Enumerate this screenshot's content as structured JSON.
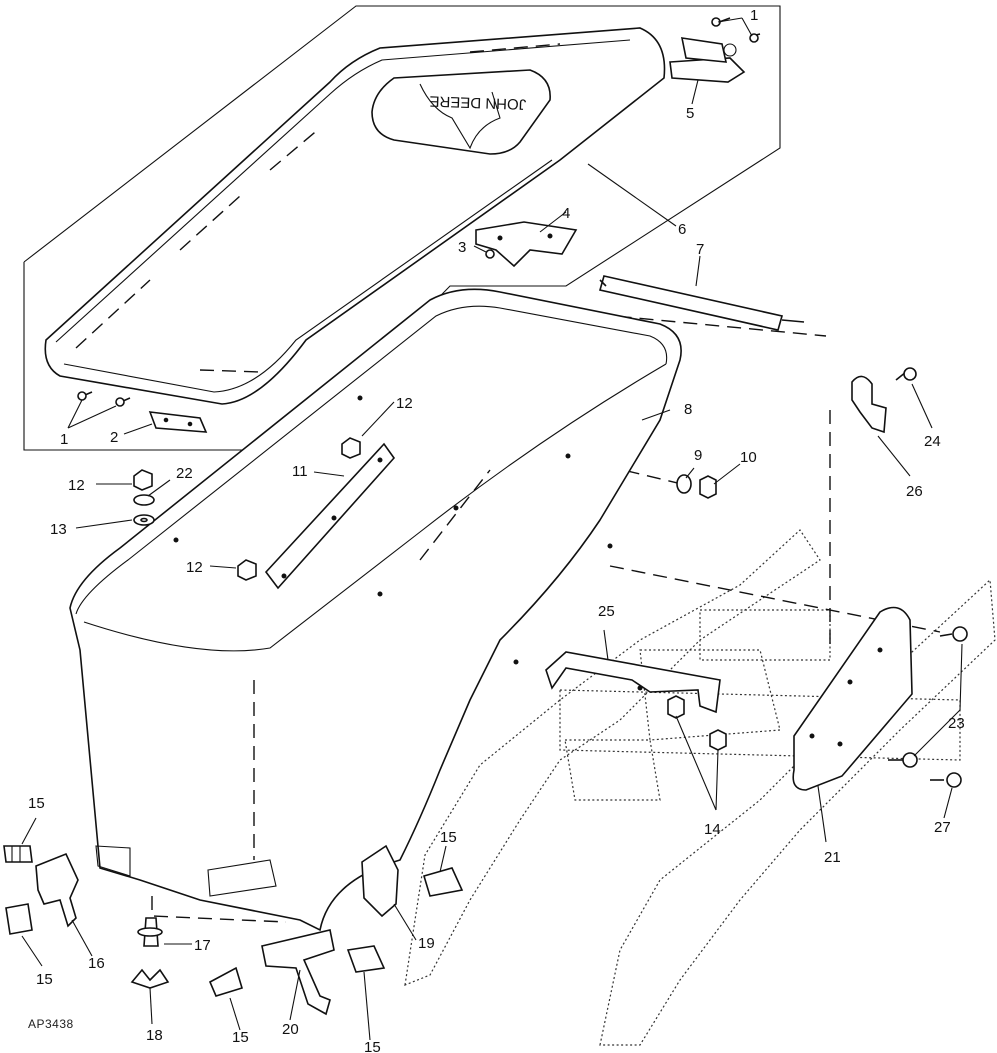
{
  "figure_id": "AP3438",
  "logo_text": "JOHN DEERE",
  "callouts": {
    "c1a": "1",
    "c1b": "1",
    "c2": "2",
    "c3": "3",
    "c4": "4",
    "c5": "5",
    "c6": "6",
    "c7": "7",
    "c8": "8",
    "c9": "9",
    "c10": "10",
    "c11": "11",
    "c12a": "12",
    "c12b": "12",
    "c12c": "12",
    "c13": "13",
    "c14": "14",
    "c15a": "15",
    "c15b": "15",
    "c15c": "15",
    "c15d": "15",
    "c15e": "15",
    "c16": "16",
    "c17": "17",
    "c18": "18",
    "c19": "19",
    "c20": "20",
    "c21": "21",
    "c22": "22",
    "c23": "23",
    "c24": "24",
    "c25": "25",
    "c26": "26",
    "c27": "27"
  }
}
